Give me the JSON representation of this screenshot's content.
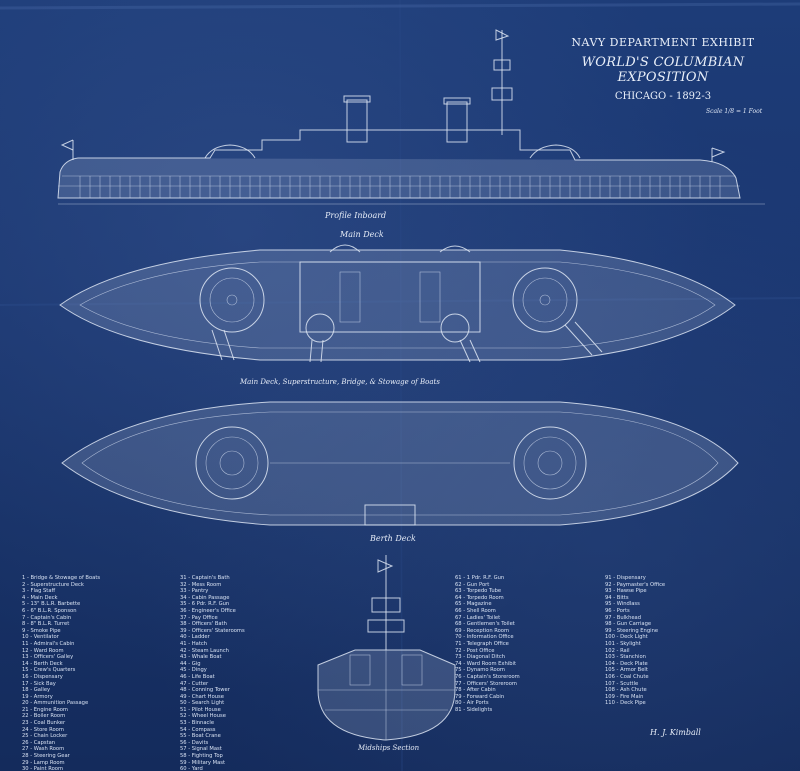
{
  "title_block": {
    "line1": "NAVY DEPARTMENT EXHIBIT",
    "line2": "WORLD'S COLUMBIAN EXPOSITION",
    "line3": "CHICAGO - 1892-3",
    "scale": "Scale 1/8 = 1 Foot"
  },
  "views": {
    "profile_caption": "Profile Inboard",
    "main_deck_label": "Main Deck",
    "superstructure_caption": "Main Deck, Superstructure, Bridge, & Stowage of Boats",
    "berth_deck_caption": "Berth Deck",
    "section_caption": "Midships Section"
  },
  "legend": {
    "col1": [
      "1 - Bridge & Stowage of Boats",
      "2 - Superstructure Deck",
      "3 - Flag Staff",
      "4 - Main Deck",
      "5 - 13\" B.L.R. Barbette",
      "6 - 6\" B.L.R. Sponson",
      "7 - Captain's Cabin",
      "8 - 8\" B.L.R. Turret",
      "9 - Smoke Pipe",
      "10 - Ventilator",
      "11 - Admiral's Cabin",
      "12 - Ward Room",
      "13 - Officers' Galley",
      "14 - Berth Deck",
      "15 - Crew's Quarters",
      "16 - Dispensary",
      "17 - Sick Bay",
      "18 - Galley",
      "19 - Armory",
      "20 - Ammunition Passage",
      "21 - Engine Room",
      "22 - Boiler Room",
      "23 - Coal Bunker",
      "24 - Store Room",
      "25 - Chain Locker",
      "26 - Capstan",
      "27 - Wash Room",
      "28 - Steering Gear",
      "29 - Lamp Room",
      "30 - Paint Room"
    ],
    "col2": [
      "31 - Captain's Bath",
      "32 - Mess Room",
      "33 - Pantry",
      "34 - Cabin Passage",
      "35 - 6 Pdr. R.F. Gun",
      "36 - Engineer's Office",
      "37 - Pay Office",
      "38 - Officers' Bath",
      "39 - Officers' Staterooms",
      "40 - Ladder",
      "41 - Hatch",
      "42 - Steam Launch",
      "43 - Whale Boat",
      "44 - Gig",
      "45 - Dingy",
      "46 - Life Boat",
      "47 - Cutter",
      "48 - Conning Tower",
      "49 - Chart House",
      "50 - Search Light",
      "51 - Pilot House",
      "52 - Wheel House",
      "53 - Binnacle",
      "54 - Compass",
      "55 - Boat Crane",
      "56 - Davits",
      "57 - Signal Mast",
      "58 - Fighting Top",
      "59 - Military Mast",
      "60 - Yard"
    ],
    "col3": [
      "61 - 1 Pdr. R.F. Gun",
      "62 - Gun Port",
      "63 - Torpedo Tube",
      "64 - Torpedo Room",
      "65 - Magazine",
      "66 - Shell Room",
      "67 - Ladies' Toilet",
      "68 - Gentlemen's Toilet",
      "69 - Reception Room",
      "70 - Information Office",
      "71 - Telegraph Office",
      "72 - Post Office",
      "73 - Diagonal Ditch",
      "74 - Ward Room Exhibit",
      "75 - Dynamo Room",
      "76 - Captain's Storeroom",
      "77 - Officers' Storeroom",
      "78 - After Cabin",
      "79 - Forward Cabin",
      "80 - Air Ports",
      "81 - Sidelights"
    ],
    "col4": [
      "91 - Dispensary",
      "92 - Paymaster's Office",
      "93 - Hawse Pipe",
      "94 - Bitts",
      "95 - Windlass",
      "96 - Ports",
      "97 - Bulkhead",
      "98 - Gun Carriage",
      "99 - Steering Engine",
      "100 - Deck Light",
      "101 - Skylight",
      "102 - Rail",
      "103 - Stanchion",
      "104 - Deck Plate",
      "105 - Armor Belt",
      "106 - Coal Chute",
      "107 - Scuttle",
      "108 - Ash Chute",
      "109 - Fire Main",
      "110 - Deck Pipe"
    ]
  },
  "signature": "H. J. Kimball"
}
